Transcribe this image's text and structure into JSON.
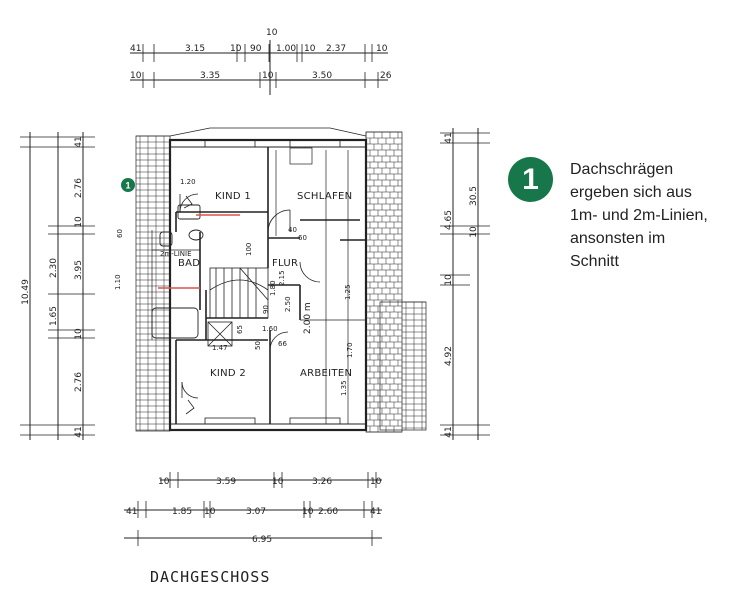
{
  "callout": {
    "number": "1",
    "color": "#17774b",
    "lines": [
      "Dachschrägen",
      "ergeben sich aus",
      "1m- und 2m-Linien,",
      "ansonsten im",
      "Schnitt"
    ]
  },
  "plan": {
    "title": "DACHGESCHOSS",
    "marker": "1",
    "rooms": {
      "kind1": "KIND 1",
      "schlafen": "SCHLAFEN",
      "bad": "BAD",
      "flur": "FLUR",
      "kind2": "KIND 2",
      "arbeiten": "ARBEITEN",
      "line_2m": "2m-LINIE",
      "height_200": "2.00 m"
    },
    "dims_top": {
      "top_center": "10",
      "r1": [
        "41",
        "3.15",
        "10",
        "90",
        "1.00",
        "10",
        "2.37",
        "10"
      ],
      "r2": [
        "10",
        "3.35",
        "10",
        "3.50",
        "26"
      ]
    },
    "dims_left": {
      "c1": [
        "41",
        "2.76",
        "10",
        "2.30",
        "1.65",
        "10",
        "2.76",
        "41"
      ],
      "c2": [
        "10.49"
      ],
      "c3": [
        "3.95"
      ]
    },
    "dims_right": {
      "c1": [
        "41",
        "4.65",
        "10",
        "4.92",
        "41"
      ],
      "c2": [
        "30.5",
        "10"
      ]
    },
    "dims_bottom": {
      "r1": [
        "10",
        "3.59",
        "10",
        "3.26",
        "10"
      ],
      "r2": [
        "41",
        "1.85",
        "10",
        "3.07",
        "10",
        "2.60",
        "41"
      ],
      "r3": [
        "6.95"
      ]
    },
    "inner": {
      "d120": "1.20",
      "d60": "60",
      "d100": "100",
      "d110": "1.10",
      "d147": "1.47",
      "d65": "65",
      "d50": "50",
      "d160": "1.60",
      "d66": "66",
      "d40": "40",
      "d60b": "60",
      "d215": "2.15",
      "d250": "2.50",
      "d90": "90",
      "d125": "1.25",
      "d170": "1.70",
      "d135": "1.35",
      "d180": "1.80"
    }
  }
}
